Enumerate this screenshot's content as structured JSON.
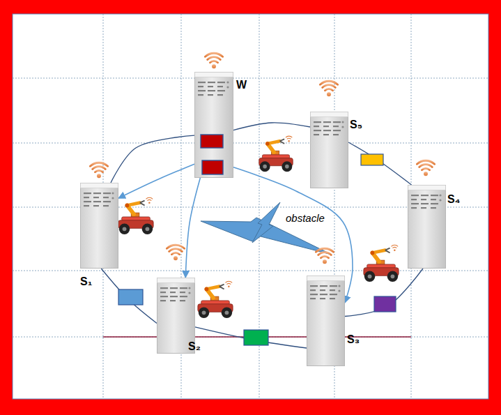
{
  "diagram": {
    "nodes": [
      {
        "text": [
          "W"
        ]
      },
      {
        "text": [
          "S₅"
        ]
      },
      {
        "text": [
          "S₁"
        ]
      },
      {
        "text": [
          "S₄"
        ]
      },
      {
        "text": [
          "S₂"
        ]
      },
      {
        "text": [
          "S₃"
        ]
      }
    ],
    "edges": [
      {
        "from": 0,
        "to": 2,
        "arrow": "to"
      },
      {
        "from": 0,
        "to": 4,
        "arrow": "to"
      },
      {
        "from": 0,
        "to": 5,
        "arrow": "to"
      },
      {
        "from": 2,
        "to": 0,
        "arrow": "none"
      },
      {
        "from": 0,
        "to": 1,
        "arrow": "none"
      },
      {
        "from": 1,
        "to": 3,
        "arrow": "none"
      },
      {
        "from": 3,
        "to": 5,
        "arrow": "none"
      },
      {
        "from": 5,
        "to": 4,
        "arrow": "none"
      },
      {
        "from": 4,
        "to": 2,
        "arrow": "none"
      }
    ],
    "labels": [
      "obstacle"
    ]
  }
}
